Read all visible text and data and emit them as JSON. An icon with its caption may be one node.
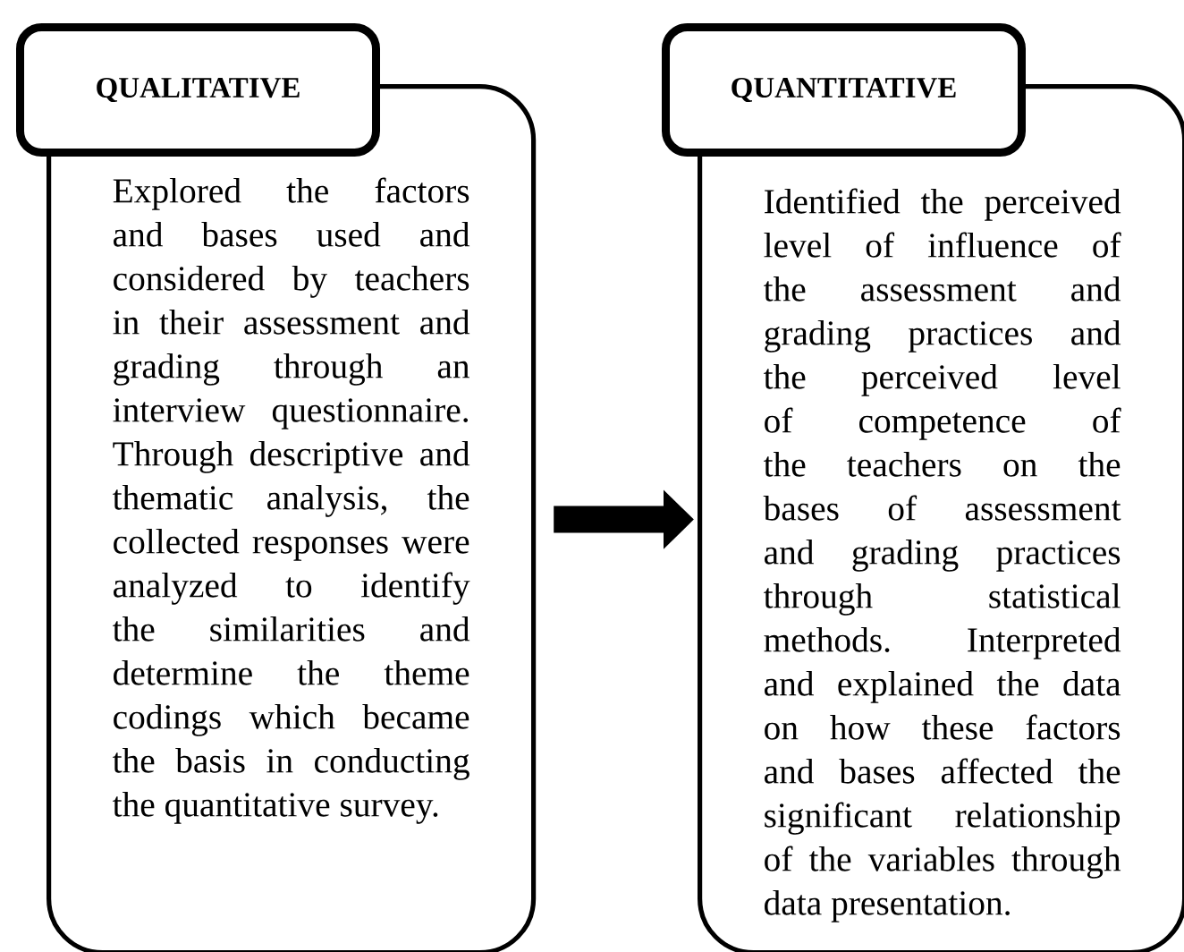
{
  "diagram": {
    "nodes": [
      {
        "text": [
          "QUALITATIVE",
          "Explored the factors and bases used and considered by teachers in their assessment and grading through an interview questionnaire. Through descriptive and thematic analysis, the collected responses were analyzed to identify the similarities and determine the theme codings which became the basis in conducting the quantitative survey."
        ]
      },
      {
        "text": [
          "QUANTITATIVE",
          "Identified the perceived level of influence of the assessment and grading practices and the perceived level of competence of the teachers on the bases of assessment and grading practices through statistical methods. Interpreted and explained the data on how these factors and bases affected the significant relationship of the variables through data presentation."
        ]
      }
    ],
    "edges": [
      {
        "from": 0,
        "to": 1,
        "arrow": "to"
      }
    ]
  }
}
